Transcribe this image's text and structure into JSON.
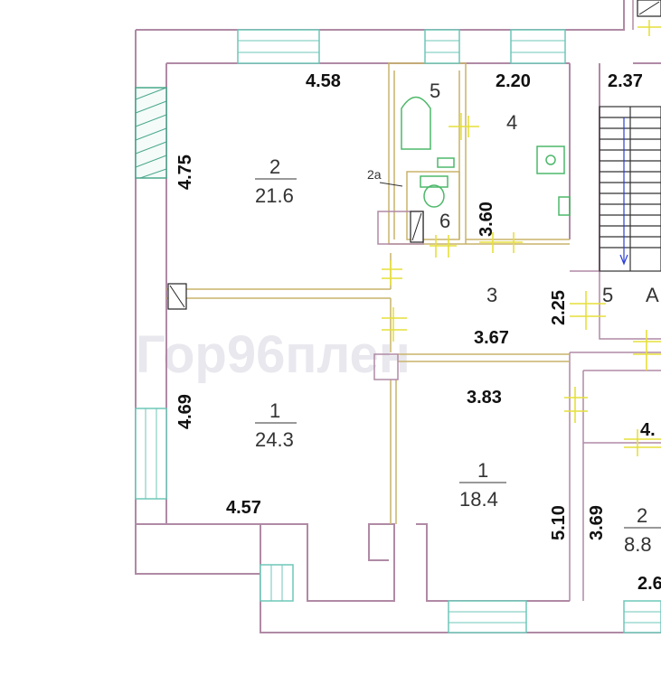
{
  "watermark": "Гор96плен",
  "dimensions": {
    "d458": "4.58",
    "d220": "2.20",
    "d237": "2.37",
    "d475": "4.75",
    "d360": "3.60",
    "d225": "2.25",
    "d367": "3.67",
    "d383": "3.83",
    "d469": "4.69",
    "d457": "4.57",
    "d510": "5.10",
    "d369": "3.69",
    "d4_cut": "4.",
    "d2_cut": "2.6"
  },
  "rooms": {
    "r2_num": "2",
    "r2_area": "21.6",
    "r5_num": "5",
    "r4_num": "4",
    "r2a_num": "2а",
    "r6_num": "6",
    "r3_num": "3",
    "r5b_num": "5",
    "rA_num": "А",
    "r1a_num": "1",
    "r1a_area": "24.3",
    "r1b_num": "1",
    "r1b_area": "18.4",
    "r2b_num": "2",
    "r2b_area": "8.8"
  }
}
